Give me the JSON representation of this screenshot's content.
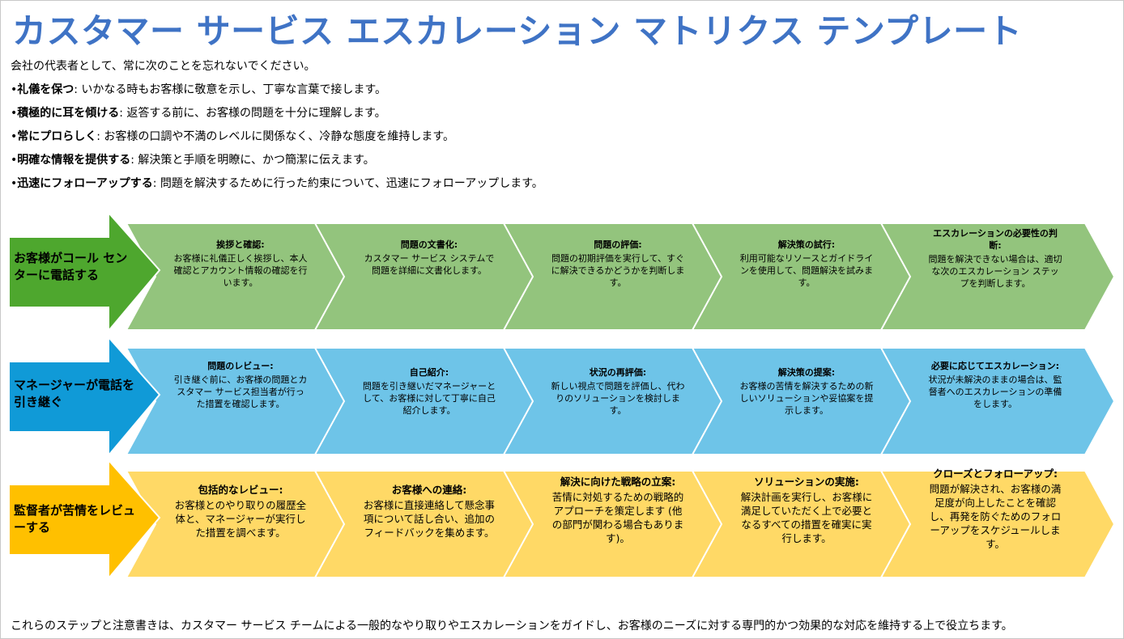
{
  "title": "カスタマー サービス エスカレーション マトリクス テンプレート",
  "intro": "会社の代表者として、常に次のことを忘れないでください。",
  "bullets": [
    {
      "bold": "礼儀を保つ",
      "text": ": いかなる時もお客様に敬意を示し、丁寧な言葉で接します。"
    },
    {
      "bold": "積極的に耳を傾ける",
      "text": ": 返答する前に、お客様の問題を十分に理解します。"
    },
    {
      "bold": "常にプロらしく",
      "text": ": お客様の口調や不満のレベルに関係なく、冷静な態度を維持します。"
    },
    {
      "bold": "明確な情報を提供する",
      "text": ": 解決策と手順を明瞭に、かつ簡潔に伝えます。"
    },
    {
      "bold": "迅速にフォローアップする",
      "text": ": 問題を解決するために行った約束について、迅速にフォローアップします。"
    }
  ],
  "bullet_marker": "•",
  "rows": [
    {
      "label": "お客様がコール センターに電話する",
      "label_color": "#4ea72e",
      "chevron_color": "#93c47d",
      "steps": [
        {
          "heading": "挨拶と確認:",
          "text": "お客様に礼儀正しく挨拶し、本人確認とアカウント情報の確認を行います。"
        },
        {
          "heading": "問題の文書化:",
          "text": "カスタマー サービス システムで問題を詳細に文書化します。"
        },
        {
          "heading": "問題の評価:",
          "text": "問題の初期評価を実行して、すぐに解決できるかどうかを判断します。"
        },
        {
          "heading": "解決策の試行:",
          "text": "利用可能なリソースとガイドラインを使用して、問題解決を試みます。"
        },
        {
          "heading": "エスカレーションの必要性の判断:",
          "text": "問題を解決できない場合は、適切な次のエスカレーション ステップを判断します。"
        }
      ]
    },
    {
      "label": "マネージャーが電話を引き継ぐ",
      "label_color": "#109ad7",
      "chevron_color": "#6ec4e8",
      "steps": [
        {
          "heading": "問題のレビュー:",
          "text": "引き継ぐ前に、お客様の問題とカスタマー サービス担当者が行った措置を確認します。"
        },
        {
          "heading": "自己紹介:",
          "text": "問題を引き継いだマネージャーとして、お客様に対して丁寧に自己紹介します。"
        },
        {
          "heading": "状況の再評価:",
          "text": "新しい視点で問題を評価し、代わりのソリューションを検討します。"
        },
        {
          "heading": "解決策の提案:",
          "text": "お客様の苦情を解決するための新しいソリューションや妥協案を提示します。"
        },
        {
          "heading": "必要に応じてエスカレーション:",
          "text": "状況が未解決のままの場合は、監督者へのエスカレーションの準備をします。"
        }
      ]
    },
    {
      "label": "監督者が苦情をレビューする",
      "label_color": "#ffc000",
      "chevron_color": "#ffd966",
      "steps": [
        {
          "heading": "包括的なレビュー:",
          "text": "お客様とのやり取りの履歴全体と、マネージャーが実行した措置を調べます。"
        },
        {
          "heading": "お客様への連絡:",
          "text": "お客様に直接連絡して懸念事項について話し合い、追加のフィードバックを集めます。"
        },
        {
          "heading": "解決に向けた戦略の立案:",
          "text": "苦情に対処するための戦略的アプローチを策定します (他の部門が関わる場合もあります)。"
        },
        {
          "heading": "ソリューションの実施:",
          "text": "解決計画を実行し、お客様に満足していただく上で必要となるすべての措置を確実に実行します。"
        },
        {
          "heading": "クローズとフォローアップ:",
          "text": "問題が解決され、お客様の満足度が向上したことを確認し、再発を防ぐためのフォローアップをスケジュールします。"
        }
      ]
    }
  ],
  "footer": "これらのステップと注意書きは、カスタマー サービス チームによる一般的なやり取りやエスカレーションをガイドし、お客様のニーズに対する専門的かつ効果的な対応を維持する上で役立ちます。"
}
